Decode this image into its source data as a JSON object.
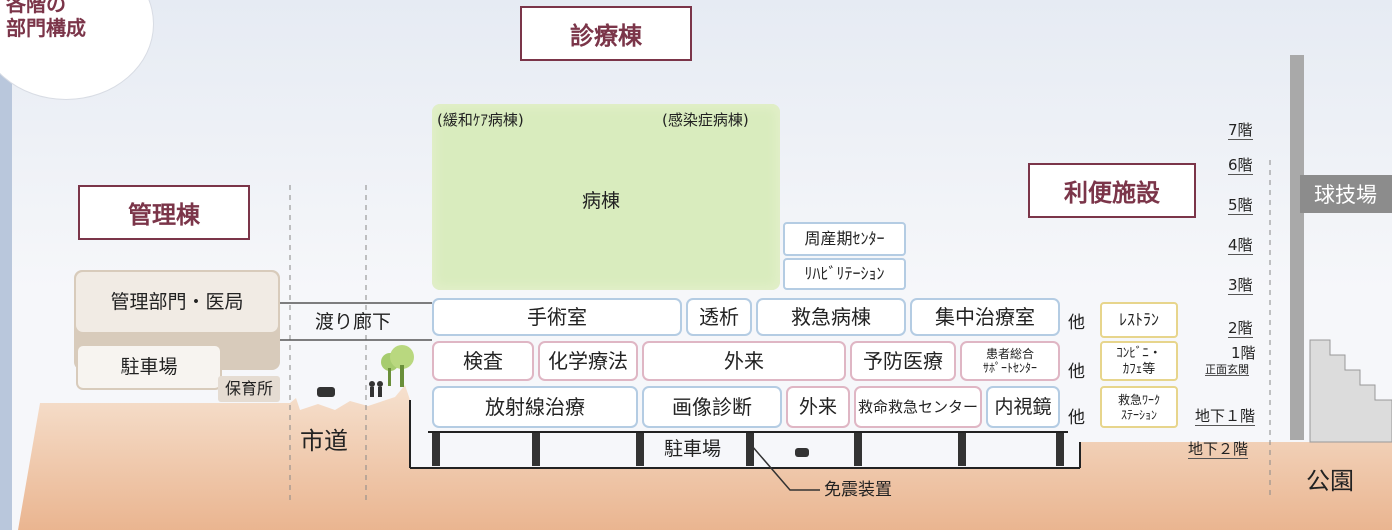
{
  "corner_badge": {
    "line1": "各階の",
    "line2": "部門構成"
  },
  "building_labels": {
    "clinical": "診療棟",
    "admin": "管理棟",
    "amenity": "利便施設",
    "sports": "球技場"
  },
  "ward": {
    "label_left": "(緩和ｹｱ病棟)",
    "label_right": "(感染症病棟)",
    "label_center": "病棟",
    "perinatal": "周産期ｾﾝﾀｰ",
    "rehab": "ﾘﾊﾋﾞﾘﾃｰｼｮﾝ"
  },
  "floor2": {
    "surgery": "手術室",
    "dialysis": "透析",
    "emergency_ward": "救急病棟",
    "icu": "集中治療室",
    "other": "他",
    "restaurant": "ﾚｽﾄﾗﾝ"
  },
  "floor1": {
    "exam": "検査",
    "chemo": "化学療法",
    "outpatient": "外来",
    "preventive": "予防医療",
    "patient_support_1": "患者総合",
    "patient_support_2": "ｻﾎﾟｰﾄｾﾝﾀｰ",
    "other": "他",
    "convenience_1": "ｺﾝﾋﾞﾆ・",
    "convenience_2": "ｶﾌｪ等"
  },
  "floorB1": {
    "radiation": "放射線治療",
    "imaging": "画像診断",
    "outpatient": "外来",
    "er": "救命救急センター",
    "endoscopy": "内視鏡",
    "other": "他",
    "workstation_1": "救急ﾜｰｸ",
    "workstation_2": "ｽﾃｰｼｮﾝ"
  },
  "admin_building": {
    "dept": "管理部門・医局",
    "parking": "駐車場",
    "nursery": "保育所"
  },
  "misc": {
    "corridor": "渡り廊下",
    "road": "市道",
    "basement_parking": "駐車場",
    "isolation": "免震装置",
    "park": "公園"
  },
  "floors": [
    "7階",
    "6階",
    "5階",
    "4階",
    "3階",
    "2階",
    "1階",
    "正面玄関",
    "地下１階",
    "地下２階"
  ]
}
